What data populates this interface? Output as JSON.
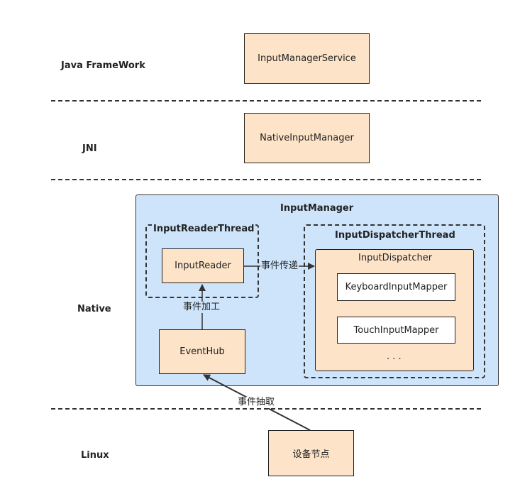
{
  "layers": {
    "java": "Java FrameWork",
    "jni": "JNI",
    "native": "Native",
    "linux": "Linux"
  },
  "nodes": {
    "input_manager_service": "InputManagerService",
    "native_input_manager": "NativeInputManager",
    "input_manager": "InputManager",
    "input_reader_thread": "InputReaderThread",
    "input_reader": "InputReader",
    "input_dispatcher_thread": "InputDispatcherThread",
    "input_dispatcher": "InputDispatcher",
    "keyboard_input_mapper": "KeyboardInputMapper",
    "touch_input_mapper": "TouchInputMapper",
    "ellipsis": ". . .",
    "event_hub": "EventHub",
    "device_node": "设备节点"
  },
  "edges": {
    "event_transfer": "事件传递",
    "event_process": "事件加工",
    "event_extract": "事件抽取"
  },
  "colors": {
    "node_fill": "#fde3c8",
    "container_fill": "#cde4fb",
    "line": "#333333"
  }
}
